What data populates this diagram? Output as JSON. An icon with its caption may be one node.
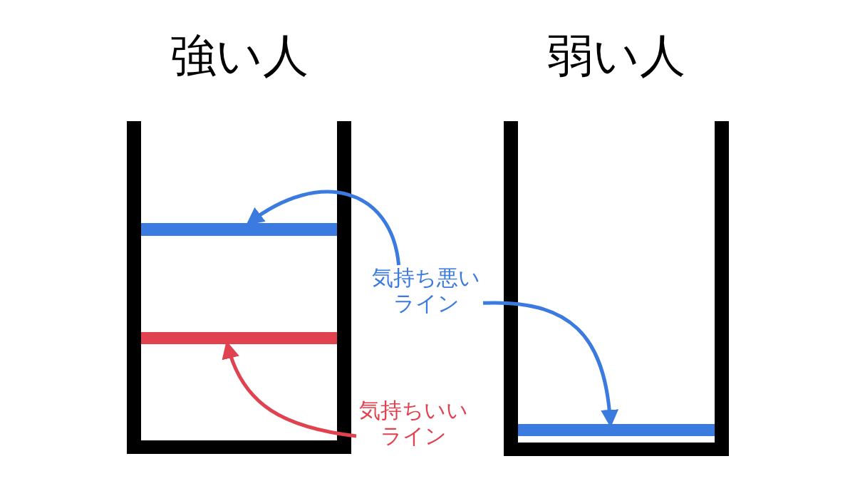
{
  "diagram": {
    "nodes": [
      {
        "text": [
          "強い人"
        ]
      },
      {
        "text": [],
        "shape": "bar",
        "in": 0
      },
      {
        "text": [],
        "shape": "bar",
        "in": 0
      },
      {
        "text": [
          "弱い人"
        ]
      },
      {
        "text": [],
        "shape": "bar",
        "in": 3
      },
      {
        "text": [
          "気持ち悪いライン"
        ]
      },
      {
        "text": [
          "気持ちいいライン"
        ]
      }
    ],
    "edges": [
      {
        "from": 5,
        "to": 1,
        "arrow": "to"
      },
      {
        "from": 5,
        "to": 4,
        "arrow": "to"
      },
      {
        "from": 6,
        "to": 2,
        "arrow": "to",
        "color": "#e0434f"
      }
    ]
  }
}
